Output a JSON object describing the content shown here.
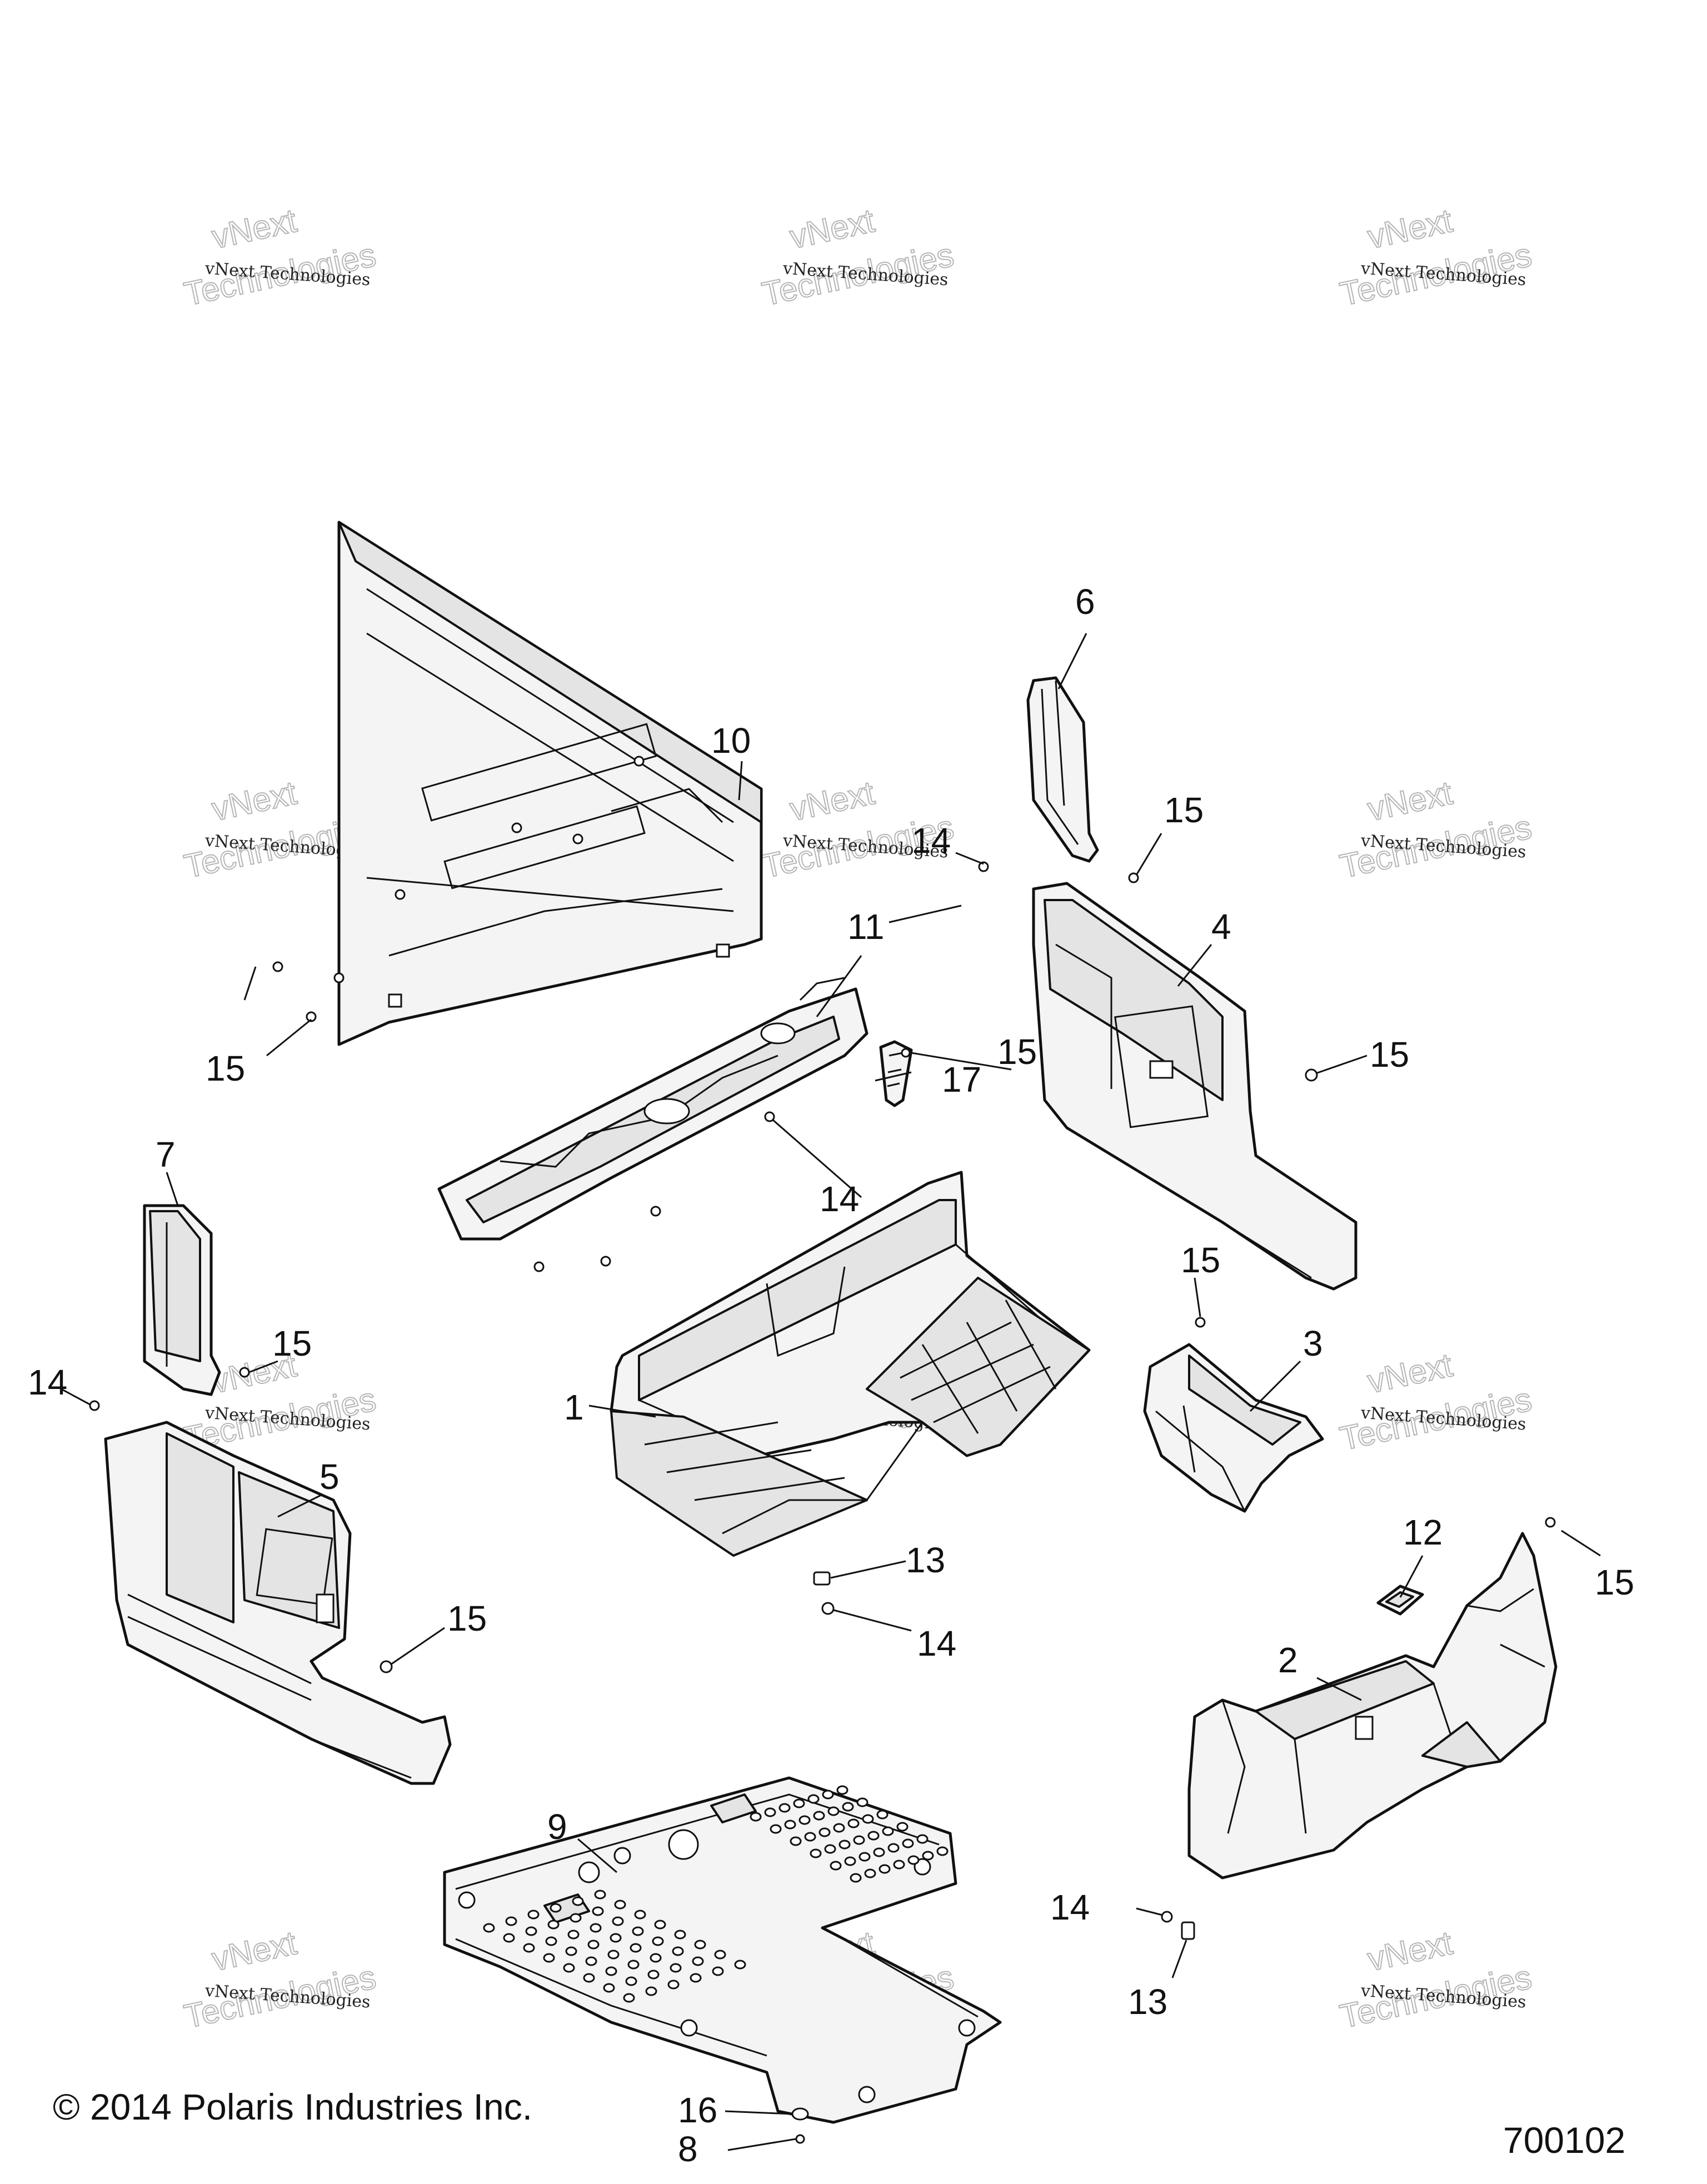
{
  "watermark": {
    "line1": "vNext Technologies",
    "line2": "vNext",
    "line3": "Technologies"
  },
  "footer": {
    "copyright": "© 2014 Polaris Industries Inc.",
    "diagram_number": "700102"
  },
  "callouts": [
    {
      "id": "c1",
      "label": "1"
    },
    {
      "id": "c2",
      "label": "2"
    },
    {
      "id": "c3",
      "label": "3"
    },
    {
      "id": "c4",
      "label": "4"
    },
    {
      "id": "c5",
      "label": "5"
    },
    {
      "id": "c6",
      "label": "6"
    },
    {
      "id": "c7",
      "label": "7"
    },
    {
      "id": "c8",
      "label": "8"
    },
    {
      "id": "c9",
      "label": "9"
    },
    {
      "id": "c10",
      "label": "10"
    },
    {
      "id": "c11",
      "label": "11"
    },
    {
      "id": "c12",
      "label": "12"
    },
    {
      "id": "c13a",
      "label": "13"
    },
    {
      "id": "c13b",
      "label": "13"
    },
    {
      "id": "c14a",
      "label": "14"
    },
    {
      "id": "c14b",
      "label": "14"
    },
    {
      "id": "c14c",
      "label": "14"
    },
    {
      "id": "c14d",
      "label": "14"
    },
    {
      "id": "c14e",
      "label": "14"
    },
    {
      "id": "c15a",
      "label": "15"
    },
    {
      "id": "c15b",
      "label": "15"
    },
    {
      "id": "c15c",
      "label": "15"
    },
    {
      "id": "c15d",
      "label": "15"
    },
    {
      "id": "c15e",
      "label": "15"
    },
    {
      "id": "c15f",
      "label": "15"
    },
    {
      "id": "c15g",
      "label": "15"
    },
    {
      "id": "c15h",
      "label": "15"
    },
    {
      "id": "c16",
      "label": "16"
    },
    {
      "id": "c17",
      "label": "17"
    }
  ]
}
